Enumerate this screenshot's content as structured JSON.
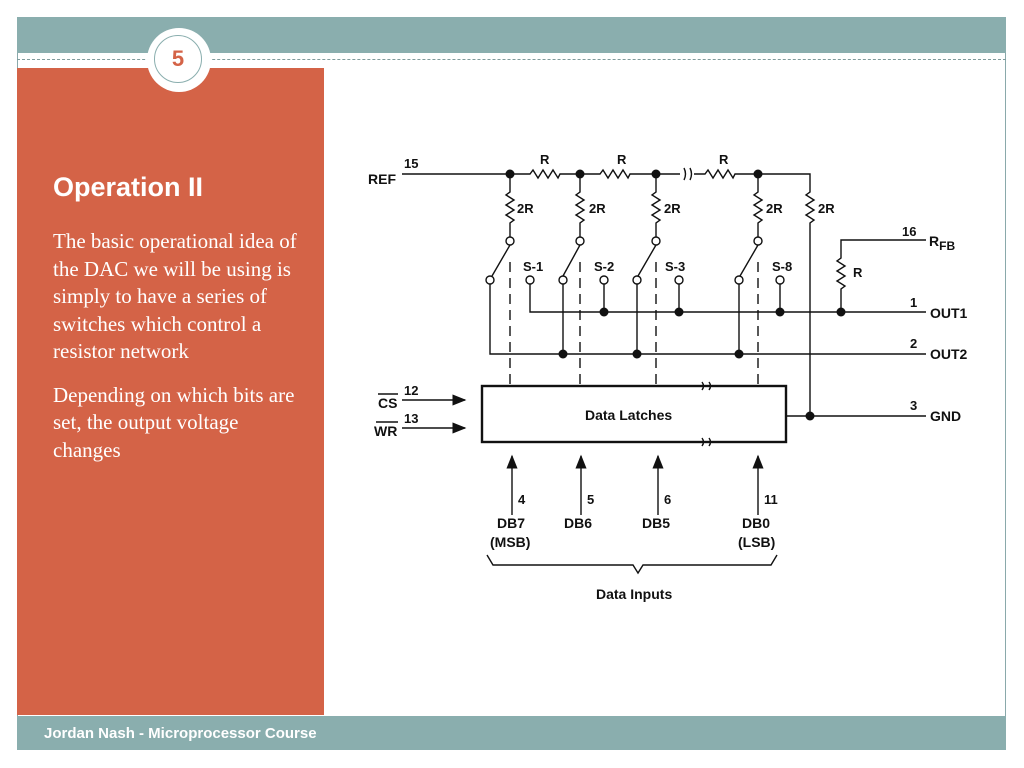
{
  "slide": {
    "number": "5",
    "title": "Operation II",
    "paragraphs": [
      "The basic operational idea of the DAC we  will be using is simply to have a series of switches which control a resistor network",
      "Depending on which bits are set, the output voltage changes"
    ],
    "footer": "Jordan Nash - Microprocessor Course"
  },
  "colors": {
    "accent": "#d46347",
    "band": "#8aaeae"
  },
  "diagram": {
    "ref_label": "REF",
    "ref_pin": "15",
    "series_resistor": "R",
    "shunt_resistor": "2R",
    "switches": [
      "S-1",
      "S-2",
      "S-3",
      "S-8"
    ],
    "rfb_label": "R",
    "rfb_sub": "FB",
    "rfb_pin": "16",
    "rfb_resistor": "R",
    "out1_label": "OUT1",
    "out1_pin": "1",
    "out2_label": "OUT2",
    "out2_pin": "2",
    "gnd_label": "GND",
    "gnd_pin": "3",
    "cs_label": "CS",
    "cs_pin": "12",
    "wr_label": "WR",
    "wr_pin": "13",
    "latch_label": "Data Latches",
    "data_pins": [
      {
        "pin": "4",
        "name": "DB7",
        "sub": "(MSB)"
      },
      {
        "pin": "5",
        "name": "DB6",
        "sub": ""
      },
      {
        "pin": "6",
        "name": "DB5",
        "sub": ""
      },
      {
        "pin": "11",
        "name": "DB0",
        "sub": "(LSB)"
      }
    ],
    "inputs_label": "Data Inputs"
  }
}
